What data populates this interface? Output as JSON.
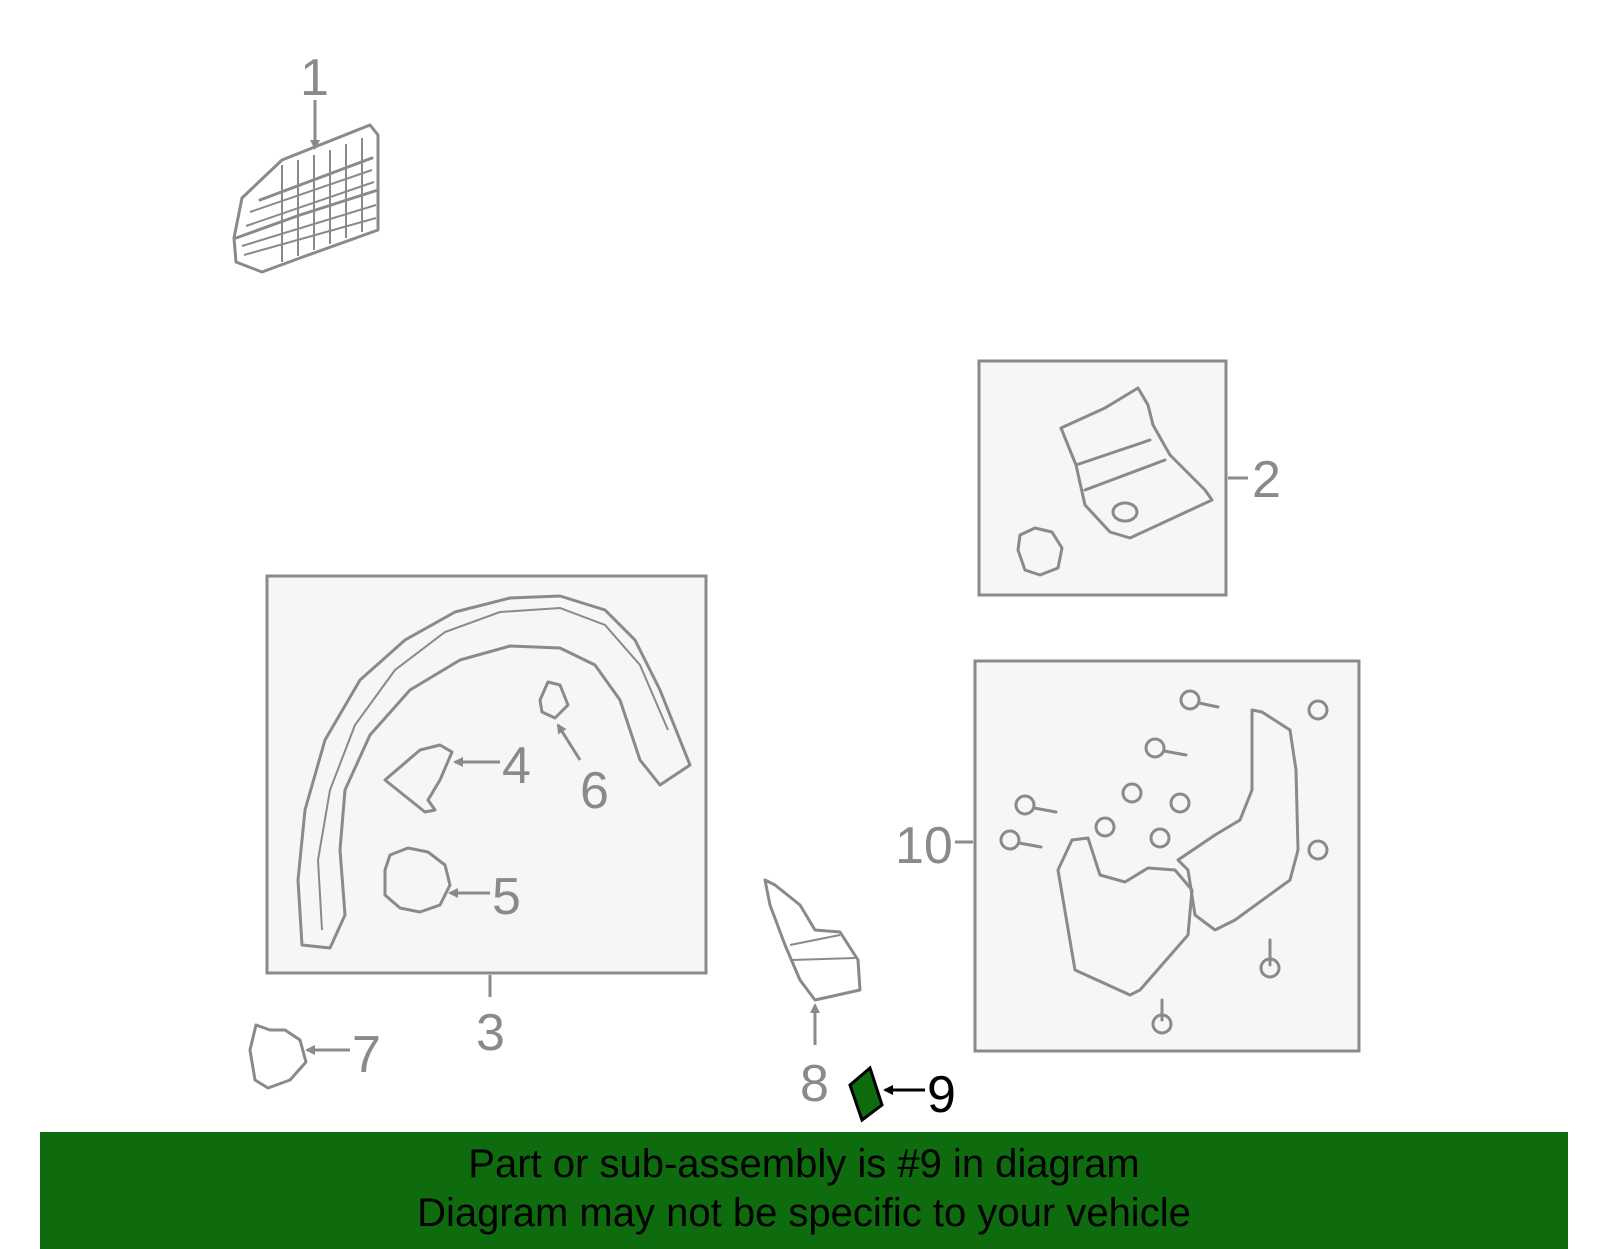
{
  "callouts": {
    "c1": "1",
    "c2": "2",
    "c3": "3",
    "c4": "4",
    "c5": "5",
    "c6": "6",
    "c7": "7",
    "c8": "8",
    "c9": "9",
    "c10": "10"
  },
  "highlight": {
    "part_number": "9",
    "color": "#0e6b0e"
  },
  "banner": {
    "line1": "Part or sub-assembly is #9 in diagram",
    "line2": "Diagram may not be specific to your vehicle",
    "background": "#0e6b0e"
  }
}
